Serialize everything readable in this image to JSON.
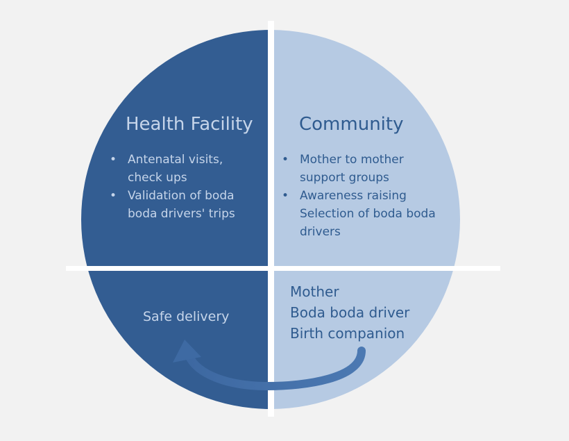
{
  "quadrants": {
    "health_facility": {
      "title": "Health Facility",
      "bullets": [
        "Antenatal visits,",
        "check ups",
        "Validation of boda",
        "boda drivers' trips"
      ]
    },
    "community": {
      "title": "Community",
      "bullets": [
        "Mother to mother",
        "support groups",
        "Awareness raising",
        "Selection of boda boda",
        "drivers"
      ]
    },
    "outcome": {
      "label": "Safe delivery"
    },
    "actors": {
      "lines": [
        "Mother",
        "Boda boda driver",
        "Birth companion"
      ]
    }
  },
  "colors": {
    "background": "#f2f2f2",
    "dark_blue": "#335d92",
    "light_blue": "#b6cae3",
    "arrow": "#3e6aa3",
    "divider": "#ffffff"
  }
}
